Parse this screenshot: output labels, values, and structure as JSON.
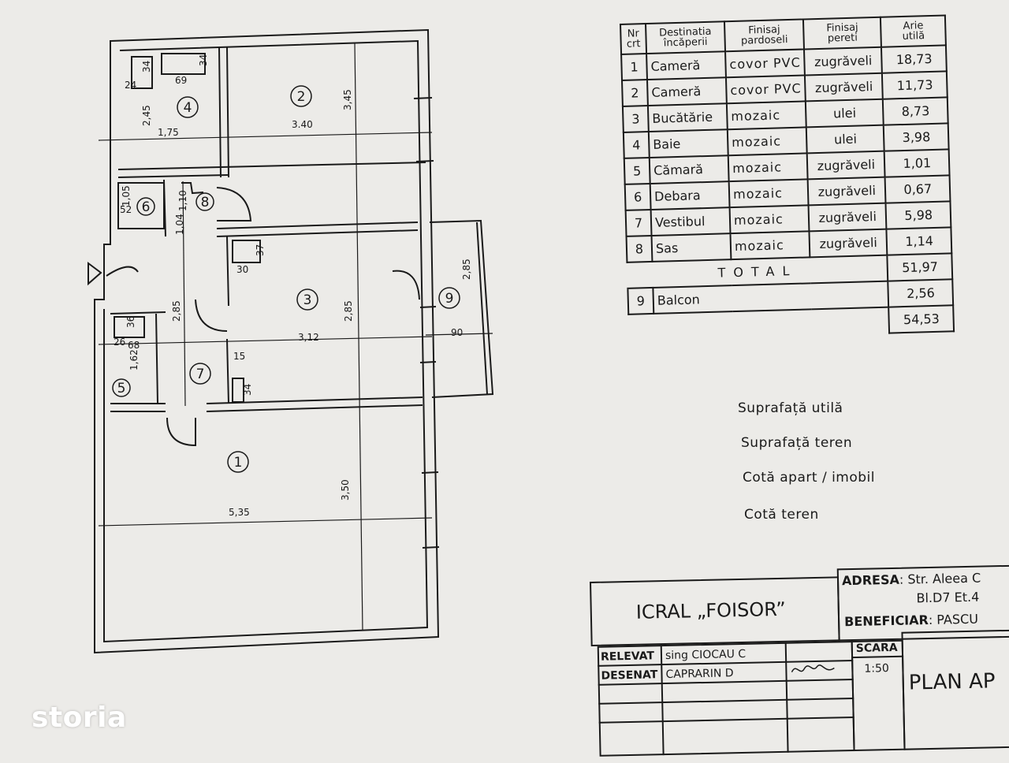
{
  "plan": {
    "dims": {
      "d_345": "3,45",
      "d_340": "3.40",
      "d_175": "1,75",
      "d_245": "2,45",
      "d_24": "24",
      "d_69": "69",
      "d_34a": "34",
      "d_34b": "34",
      "d_105": "1,05",
      "d_52": "52",
      "d_104": "1,04",
      "d_110": "1,10",
      "d_37": "37",
      "d_30": "30",
      "d_285a": "2,85",
      "d_285b": "2,85",
      "d_285c": "2,85",
      "d_90": "90",
      "d_312": "3,12",
      "d_36": "36",
      "d_26": "26",
      "d_68": "68",
      "d_162": "1,62",
      "d_15": "15",
      "d_34c": "34",
      "d_350": "3,50",
      "d_535": "5,35"
    },
    "rooms": [
      "1",
      "2",
      "3",
      "4",
      "5",
      "6",
      "7",
      "8",
      "9"
    ]
  },
  "table": {
    "headers": {
      "nr": [
        "Nr",
        "crt"
      ],
      "dest": [
        "Destinatia",
        "încăperii"
      ],
      "floor": [
        "Finisaj",
        "pardoseli"
      ],
      "walls": [
        "Finisaj",
        "pereti"
      ],
      "area": [
        "Arie",
        "utilă"
      ]
    },
    "rows": [
      {
        "nr": "1",
        "dest": "Cameră",
        "floor": "covor PVC",
        "walls": "zugrăveli",
        "area": "18,73"
      },
      {
        "nr": "2",
        "dest": "Cameră",
        "floor": "covor PVC",
        "walls": "zugrăveli",
        "area": "11,73"
      },
      {
        "nr": "3",
        "dest": "Bucătărie",
        "floor": "mozaic",
        "walls": "ulei",
        "area": "8,73"
      },
      {
        "nr": "4",
        "dest": "Baie",
        "floor": "mozaic",
        "walls": "ulei",
        "area": "3,98"
      },
      {
        "nr": "5",
        "dest": "Cămară",
        "floor": "mozaic",
        "walls": "zugrăveli",
        "area": "1,01"
      },
      {
        "nr": "6",
        "dest": "Debara",
        "floor": "mozaic",
        "walls": "zugrăveli",
        "area": "0,67"
      },
      {
        "nr": "7",
        "dest": "Vestibul",
        "floor": "mozaic",
        "walls": "zugrăveli",
        "area": "5,98"
      },
      {
        "nr": "8",
        "dest": "Sas",
        "floor": "mozaic",
        "walls": "zugrăveli",
        "area": "1,14"
      }
    ],
    "total_label": "TOTAL",
    "total_value": "51,97",
    "balcony": {
      "nr": "9",
      "dest": "Balcon",
      "area": "2,56"
    },
    "grand_total": "54,53"
  },
  "summary": {
    "s1": "Suprafață utilă",
    "s2": "Suprafață teren",
    "s3": "Cotă apart / imobil",
    "s4": "Cotă teren"
  },
  "title_block": {
    "company": "ICRAL „FOISOR”",
    "adresa_label": "ADRESA",
    "adresa_value": ": Str. Aleea C",
    "bloc": "Bl.D7 Et.4",
    "beneficiar_label": "BENEFICIAR",
    "beneficiar_value": ": PASCU",
    "releveat_label": "RELEVAT",
    "releveat_value": "sing CIOCAU C",
    "desenat_label": "DESENAT",
    "desenat_value": "CAPRARIN D",
    "scara_label": "SCARA",
    "scara_value": "1:50",
    "plan_title": "PLAN AP"
  },
  "watermark": "storia",
  "colors": {
    "ink": "#1a1a1a",
    "paper": "#ecebe8"
  }
}
